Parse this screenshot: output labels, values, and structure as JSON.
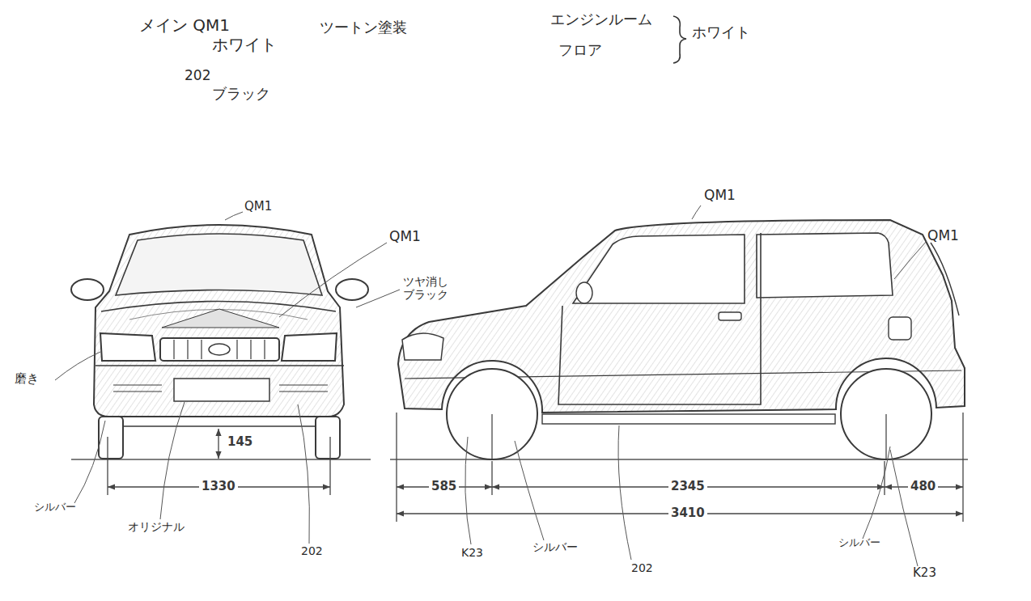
{
  "diagram": {
    "labels": [
      "メイン QM1",
      "ホワイト",
      "202",
      "ブラック",
      "ツートン塗装",
      "エンジンルーム",
      "フロア",
      "ホワイト",
      "QM1",
      "QM1",
      "ツヤ消し ブラック",
      "磨き",
      "145",
      "1330",
      "シルバー",
      "オリジナル",
      "202",
      "QM1",
      "QM1",
      "585",
      "2345",
      "480",
      "3410",
      "K23",
      "シルバー",
      "202",
      "シルバー",
      "K23"
    ]
  }
}
